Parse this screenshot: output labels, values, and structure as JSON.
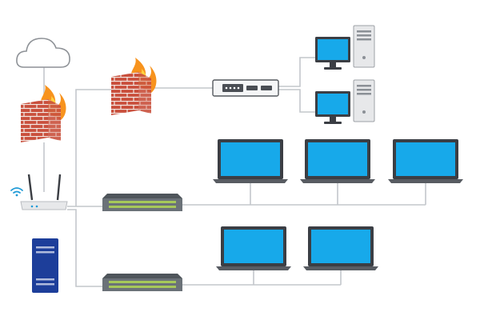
{
  "diagram": {
    "colors": {
      "background": "#ffffff",
      "link": "#c3c7cc",
      "cloud_outline": "#8d9196",
      "firewall_brick": "#c94f3c",
      "firewall_mortar": "#f3e8e3",
      "flame_outer": "#f7931e",
      "flame_inner": "#ffd23f",
      "screen": "#17a9ea",
      "device_dark": "#3b3e44",
      "device_light": "#e7e8ea",
      "switch_body": "#6b7278",
      "switch_ports": "#a6c85a",
      "server_blue": "#1d3e9a",
      "wifi": "#1e9ad6"
    },
    "devices": [
      {
        "name": "internet-cloud",
        "icon": "cloud-icon"
      },
      {
        "name": "perimeter-firewall",
        "icon": "firewall-icon"
      },
      {
        "name": "wifi-router",
        "icon": "router-icon"
      },
      {
        "name": "local-server",
        "icon": "server-icon"
      },
      {
        "name": "internal-firewall",
        "icon": "firewall-icon"
      },
      {
        "name": "dmz-router",
        "icon": "rack-router-icon"
      },
      {
        "name": "workstation-1",
        "icon": "desktop-icon"
      },
      {
        "name": "workstation-2",
        "icon": "desktop-icon"
      },
      {
        "name": "switch-1",
        "icon": "switch-icon"
      },
      {
        "name": "switch-2",
        "icon": "switch-icon"
      },
      {
        "name": "laptop-1",
        "icon": "laptop-icon"
      },
      {
        "name": "laptop-2",
        "icon": "laptop-icon"
      },
      {
        "name": "laptop-3",
        "icon": "laptop-icon"
      },
      {
        "name": "laptop-4",
        "icon": "laptop-icon"
      },
      {
        "name": "laptop-5",
        "icon": "laptop-icon"
      }
    ]
  }
}
